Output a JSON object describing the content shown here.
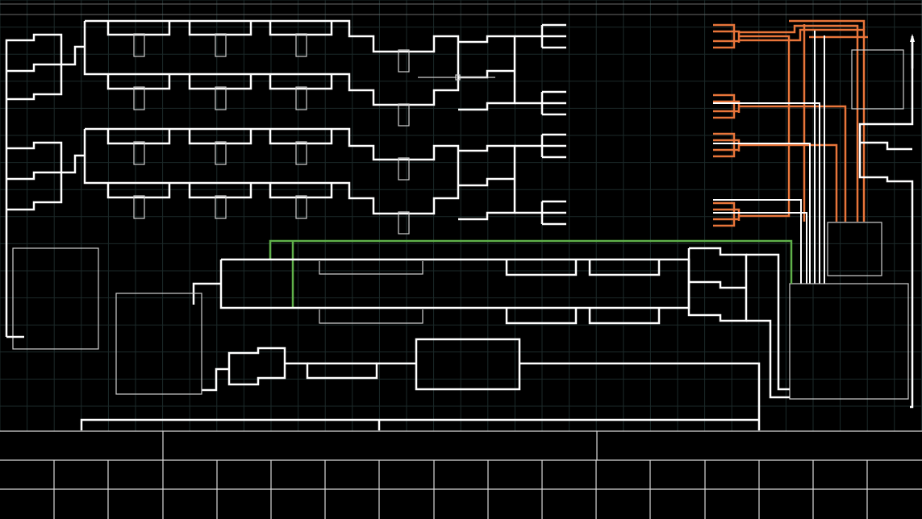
{
  "canvas": {
    "background": "#000000",
    "grid_color": "#1c2a2a",
    "wire_color": "#ffffff",
    "accent_orange": "#e8753a",
    "accent_green": "#5fb04a",
    "outline_color": "#cfcfcf"
  },
  "diagram": {
    "kind": "wiring-schematic",
    "text_labels": [],
    "components": {
      "manifold_blocks": 2,
      "fork_terminals": 4,
      "orange_terminals": 4,
      "bottom_panel_cells": 17
    }
  }
}
